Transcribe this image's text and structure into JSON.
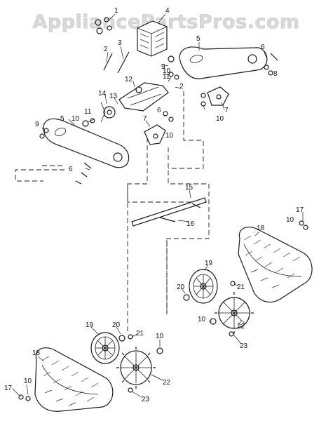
{
  "watermark": "AppliancePartsPros.com",
  "callouts": [
    {
      "id": "c1",
      "text": "1"
    },
    {
      "id": "c2a",
      "text": "2"
    },
    {
      "id": "c2b",
      "text": "2"
    },
    {
      "id": "c3",
      "text": "3"
    },
    {
      "id": "c4",
      "text": "4"
    },
    {
      "id": "c5a",
      "text": "5"
    },
    {
      "id": "c5b",
      "text": "5"
    },
    {
      "id": "c6a",
      "text": "6"
    },
    {
      "id": "c6b",
      "text": "6"
    },
    {
      "id": "c6c",
      "text": "6"
    },
    {
      "id": "c7a",
      "text": "7"
    },
    {
      "id": "c7b",
      "text": "7"
    },
    {
      "id": "c8",
      "text": "8"
    },
    {
      "id": "c9a",
      "text": "9"
    },
    {
      "id": "c9b",
      "text": "9"
    },
    {
      "id": "c10a",
      "text": "10"
    },
    {
      "id": "c10b",
      "text": "10"
    },
    {
      "id": "c10c",
      "text": "10"
    },
    {
      "id": "c10d",
      "text": "10"
    },
    {
      "id": "c10e",
      "text": "10"
    },
    {
      "id": "c10f",
      "text": "10"
    },
    {
      "id": "c10g",
      "text": "10"
    },
    {
      "id": "c10h",
      "text": "10"
    },
    {
      "id": "c11a",
      "text": "11"
    },
    {
      "id": "c11b",
      "text": "11"
    },
    {
      "id": "c12",
      "text": "12"
    },
    {
      "id": "c13",
      "text": "13"
    },
    {
      "id": "c14",
      "text": "14"
    },
    {
      "id": "c15",
      "text": "15"
    },
    {
      "id": "c16",
      "text": "16"
    },
    {
      "id": "c17a",
      "text": "17"
    },
    {
      "id": "c17b",
      "text": "17"
    },
    {
      "id": "c18a",
      "text": "18"
    },
    {
      "id": "c18b",
      "text": "18"
    },
    {
      "id": "c19a",
      "text": "19"
    },
    {
      "id": "c19b",
      "text": "19"
    },
    {
      "id": "c20a",
      "text": "20"
    },
    {
      "id": "c20b",
      "text": "20"
    },
    {
      "id": "c21a",
      "text": "21"
    },
    {
      "id": "c21b",
      "text": "21"
    },
    {
      "id": "c22a",
      "text": "22"
    },
    {
      "id": "c22b",
      "text": "22"
    },
    {
      "id": "c23a",
      "text": "23"
    },
    {
      "id": "c23b",
      "text": "23"
    }
  ]
}
